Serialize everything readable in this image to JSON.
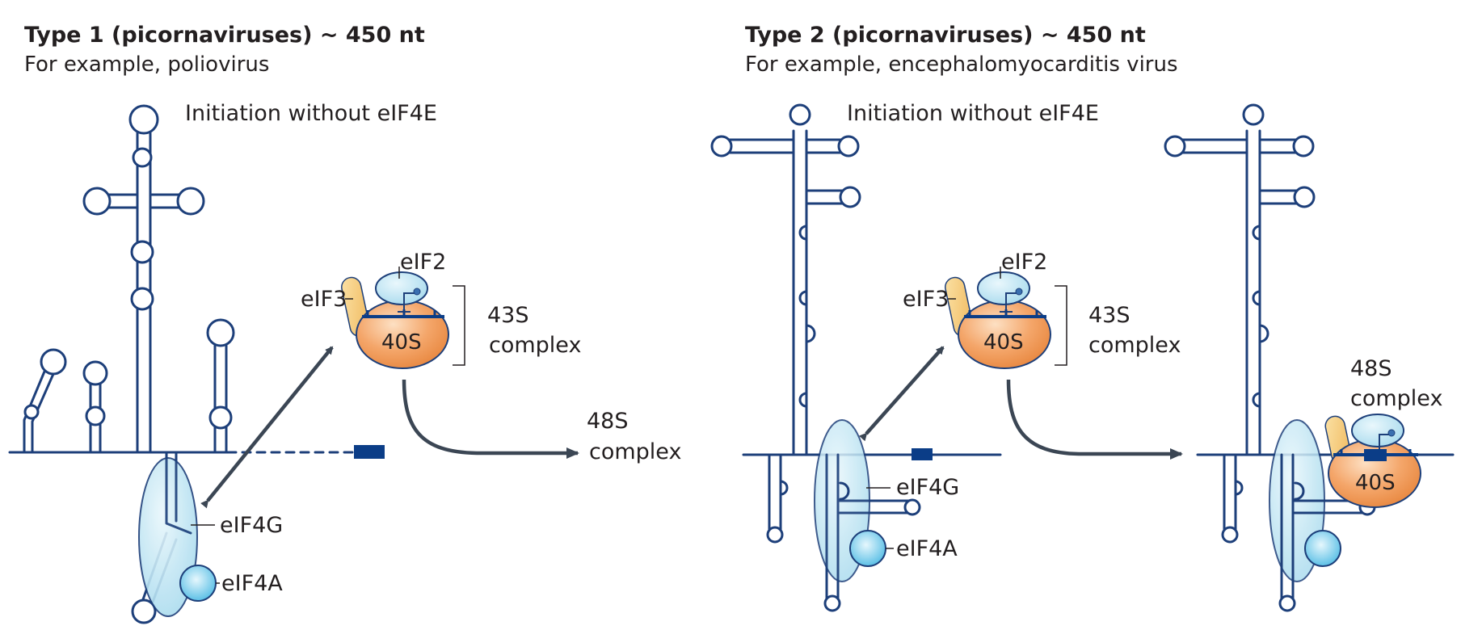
{
  "panel_left": {
    "title": "Type 1 (picornaviruses) ~ 450 nt",
    "subtitle": "For example, poliovirus",
    "note": "Initiation without eIF4E",
    "labels": {
      "eif2": "eIF2",
      "eif3": "eIF3",
      "ribosome": "40S",
      "complex43_line1": "43S",
      "complex43_line2": "complex",
      "complex48_line1": "48S",
      "complex48_line2": "complex",
      "eif4g": "eIF4G",
      "eif4a": "eIF4A"
    }
  },
  "panel_right": {
    "title": "Type 2 (picornaviruses) ~ 450 nt",
    "subtitle": "For example, encephalomyocarditis virus",
    "note": "Initiation without eIF4E",
    "labels": {
      "eif2": "eIF2",
      "eif3": "eIF3",
      "ribosome": "40S",
      "complex43_line1": "43S",
      "complex43_line2": "complex",
      "complex48_line1": "48S",
      "complex48_line2": "complex",
      "eif4g": "eIF4G",
      "eif4a": "eIF4A",
      "ribosome_bound": "40S"
    }
  },
  "colors": {
    "rna": "#1d3f7a",
    "ribosome_40s": "#f09a5a",
    "eif2_eif4g": "#b9e3f2",
    "eif3": "#f7c873",
    "arrow": "#3b4654"
  }
}
